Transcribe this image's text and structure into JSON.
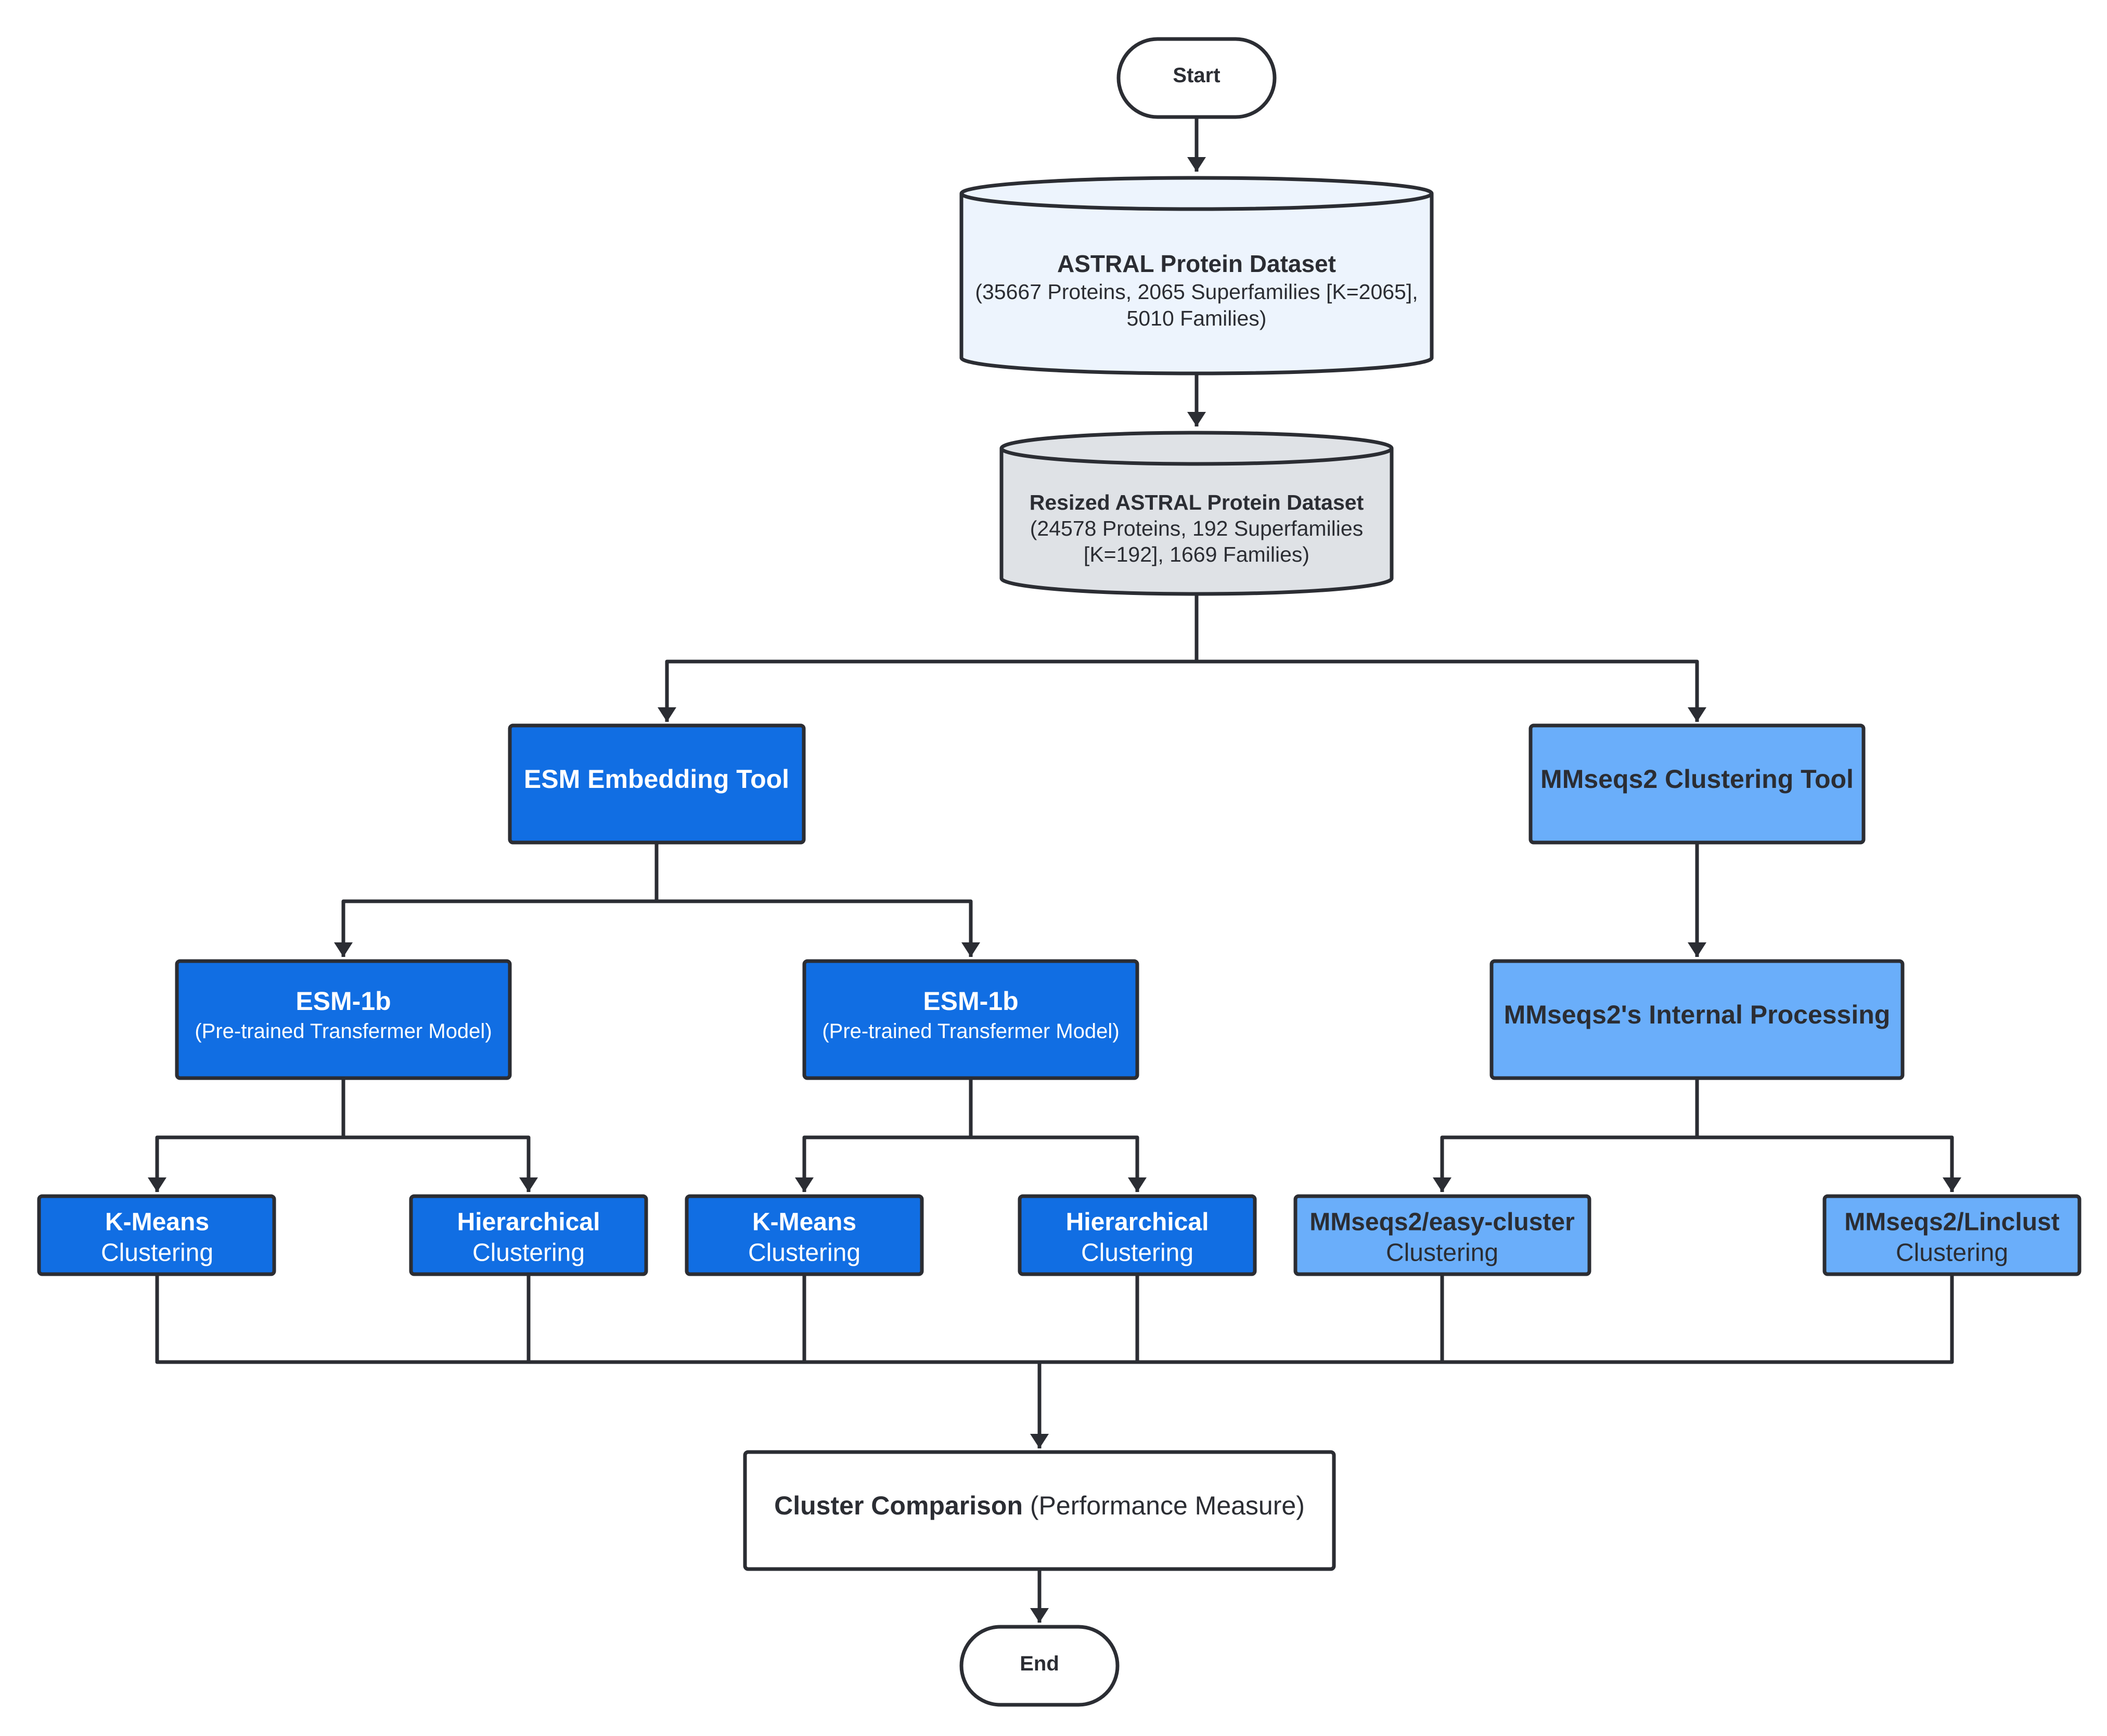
{
  "colors": {
    "dark_blue": "#116ee3",
    "light_blue": "#6aaefa",
    "pale_blue": "#edf4fd",
    "grey": "#dfe2e6",
    "stroke": "#2b2d33",
    "background": "#ffffff"
  },
  "nodes": {
    "start": {
      "label": "Start"
    },
    "astral": {
      "title": "ASTRAL Protein Dataset",
      "line1": "(35667 Proteins, 2065 Superfamilies [K=2065],",
      "line2": "5010 Families)"
    },
    "resized": {
      "title": "Resized ASTRAL Protein Dataset",
      "line1": "(24578 Proteins, 192 Superfamilies",
      "line2": "[K=192], 1669 Families)"
    },
    "esm_tool": {
      "label": "ESM Embedding Tool"
    },
    "mmseqs_tool": {
      "label": "MMseqs2 Clustering Tool"
    },
    "esm1b_left": {
      "title": "ESM-1b",
      "subtitle": "(Pre-trained Transfermer Model)"
    },
    "esm1b_right": {
      "title": "ESM-1b",
      "subtitle": "(Pre-trained Transfermer Model)"
    },
    "mmseqs_internal": {
      "label": "MMseqs2's Internal Processing"
    },
    "kmeans_1": {
      "title": "K-Means",
      "subtitle": "Clustering"
    },
    "hier_1": {
      "title": "Hierarchical",
      "subtitle": "Clustering"
    },
    "kmeans_2": {
      "title": "K-Means",
      "subtitle": "Clustering"
    },
    "hier_2": {
      "title": "Hierarchical",
      "subtitle": "Clustering"
    },
    "easy_cluster": {
      "title": "MMseqs2/easy-cluster",
      "subtitle": "Clustering"
    },
    "linclust": {
      "title": "MMseqs2/Linclust",
      "subtitle": "Clustering"
    },
    "comparison": {
      "bold": "Cluster Comparison",
      "normal": " (Performance Measure)"
    },
    "end": {
      "label": "End"
    }
  }
}
